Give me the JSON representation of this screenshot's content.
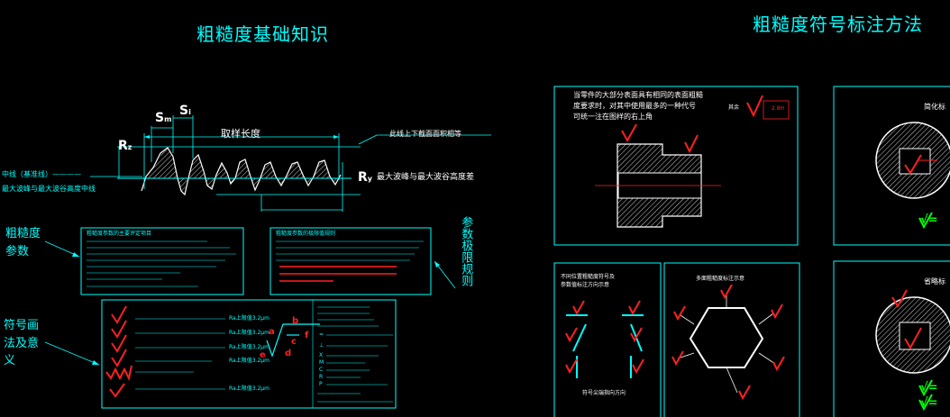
{
  "titles": {
    "left": "粗糙度基础知识",
    "right": "粗糙度符号标注方法"
  },
  "profile": {
    "s_label": "S",
    "s_sub": "m",
    "si_label": "S",
    "si_sub": "i",
    "rz_label": "R",
    "rz_sub": "z",
    "sampling_length": "取样长度",
    "area_equal": "此线上下截面面积相等",
    "mean_line": "中线（基准线）————",
    "max_peak_valley_left": "最大波峰与最大波谷高度中线",
    "ry_label": "R",
    "ry_sub": "y",
    "ry_text": "最大波峰与最大波谷高度差"
  },
  "side_labels": {
    "params": "粗糙度参数",
    "symbol": "符号画法及意义",
    "limit": "参数极限规则"
  },
  "boxes": {
    "params_heading": "粗糙度参数的主要评定项目",
    "limit_heading": "粗糙度参数的极限值规则",
    "symbol_rows": [
      "Ra上限值3.2μm",
      "Ra上限值3.2μm",
      "Ra上限值3.2μm",
      "Ra上限值3.2μm",
      "Ra上限值3.2μm"
    ],
    "formula_a": "a",
    "formula_b": "b",
    "formula_c": "c",
    "formula_d": "d",
    "formula_e": "e",
    "formula_f": "f",
    "direction_codes": [
      "=",
      "⊥",
      "X",
      "M",
      "C",
      "R",
      "P"
    ]
  },
  "right_panel": {
    "note_line1": "当零件的大部分表面具有相同的表面粗糙",
    "note_line2": "度要求时，对其中使用最多的一种代号",
    "note_line3": "可统一注在图样的右上角",
    "other_label": "其余",
    "height_label": "2.8H",
    "simplified": "简化标",
    "omitted": "省略标",
    "box3_heading1": "不同位置粗糙度符号及",
    "box3_heading2": "参数值标注方向示意",
    "box3_footer": "符号尖端指向方向",
    "box4_heading": "多面粗糙度标注示意",
    "green_eq": "√=",
    "green_eq2": "√=",
    "green_eq3": "√="
  },
  "colors": {
    "cyan": "#00ffff",
    "white": "#ffffff",
    "red": "#ff2020",
    "green": "#00ff00"
  }
}
